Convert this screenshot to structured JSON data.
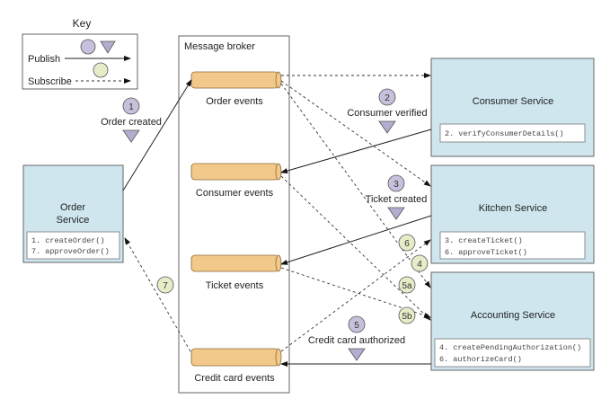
{
  "colors": {
    "service_fill": "#cfe6ef",
    "cylinder_fill": "#f2c98a",
    "publish_marker": "#c7bfdb",
    "subscribe_marker": "#e6ecc8"
  },
  "key": {
    "title": "Key",
    "publish_label": "Publish",
    "subscribe_label": "Subscribe"
  },
  "broker": {
    "title": "Message broker",
    "channels": [
      {
        "label": "Order events"
      },
      {
        "label": "Consumer events"
      },
      {
        "label": "Ticket events"
      },
      {
        "label": "Credit card events"
      }
    ]
  },
  "services": {
    "order": {
      "title_line1": "Order",
      "title_line2": "Service",
      "methods": [
        "1. createOrder()",
        "7. approveOrder()"
      ]
    },
    "consumer": {
      "title": "Consumer Service",
      "methods": [
        "2. verifyConsumerDetails()"
      ]
    },
    "kitchen": {
      "title": "Kitchen Service",
      "methods": [
        "3. createTicket()",
        "6. approveTicket()"
      ]
    },
    "accounting": {
      "title": "Accounting Service",
      "methods": [
        "4. createPendingAuthorization()",
        "6. authorizeCard()"
      ]
    }
  },
  "publish_events": [
    {
      "step": "1",
      "label": "Order created"
    },
    {
      "step": "2",
      "label": "Consumer verified"
    },
    {
      "step": "3",
      "label": "Ticket created"
    },
    {
      "step": "5",
      "label": "Credit card authorized"
    }
  ],
  "subscribe_steps": [
    "6",
    "4",
    "5a",
    "5b",
    "7"
  ]
}
